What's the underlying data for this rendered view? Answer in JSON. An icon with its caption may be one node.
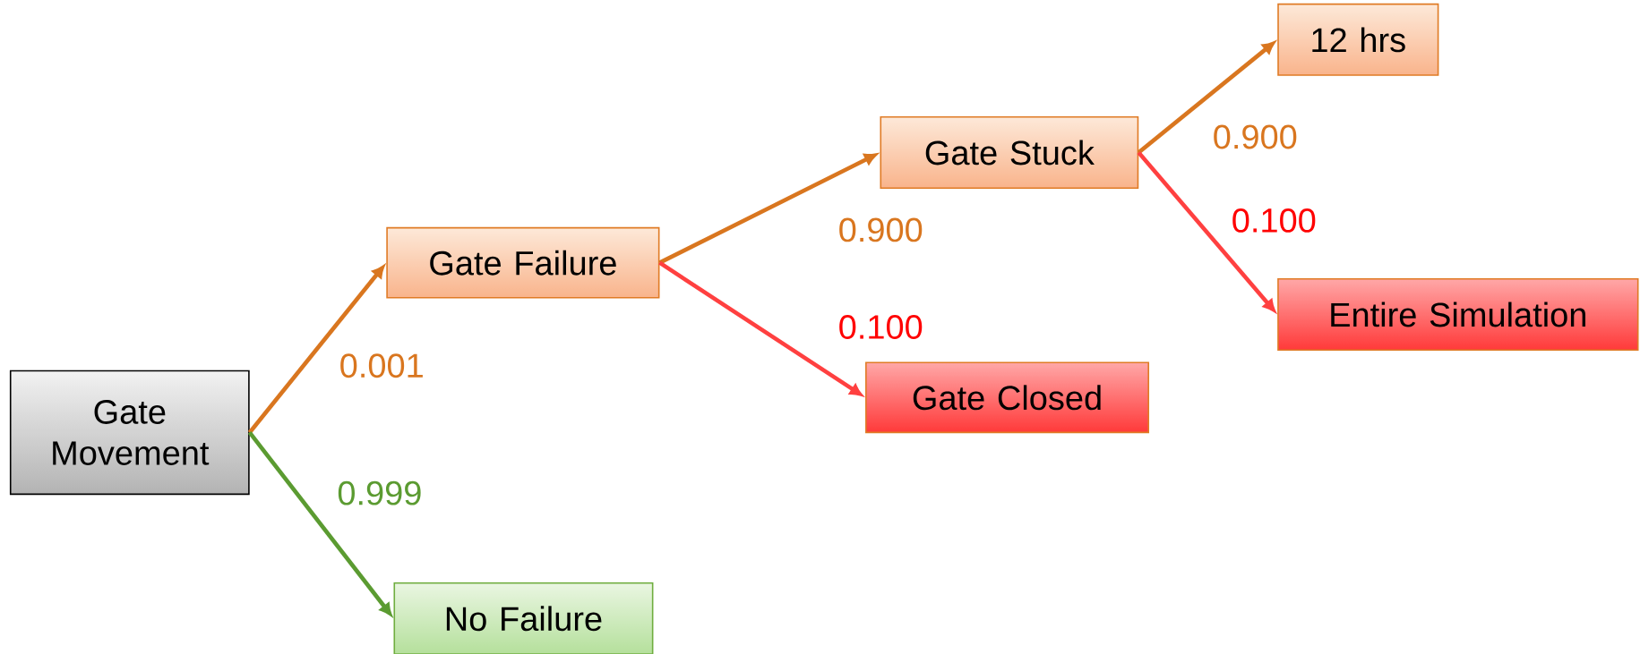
{
  "diagram": {
    "nodes": [
      {
        "text": [
          "Gate Movement"
        ]
      },
      {
        "text": [
          "Gate Failure"
        ]
      },
      {
        "text": [
          "No Failure"
        ]
      },
      {
        "text": [
          "Gate Stuck"
        ]
      },
      {
        "text": [
          "Gate Closed"
        ]
      },
      {
        "text": [
          "12 hrs"
        ]
      },
      {
        "text": [
          "Entire Simulation"
        ]
      }
    ],
    "edges": [
      {
        "from": 0,
        "to": 1,
        "arrow": "to",
        "label": "0.001"
      },
      {
        "from": 0,
        "to": 2,
        "arrow": "to",
        "label": "0.999",
        "color": "#5b9b31"
      },
      {
        "from": 1,
        "to": 3,
        "arrow": "to",
        "label": "0.900"
      },
      {
        "from": 1,
        "to": 4,
        "arrow": "to",
        "label": "0.100",
        "color": "#ff4040"
      },
      {
        "from": 3,
        "to": 5,
        "arrow": "to",
        "label": "0.900"
      },
      {
        "from": 3,
        "to": 6,
        "arrow": "to",
        "label": "0.100",
        "color": "#ff4040"
      }
    ]
  }
}
